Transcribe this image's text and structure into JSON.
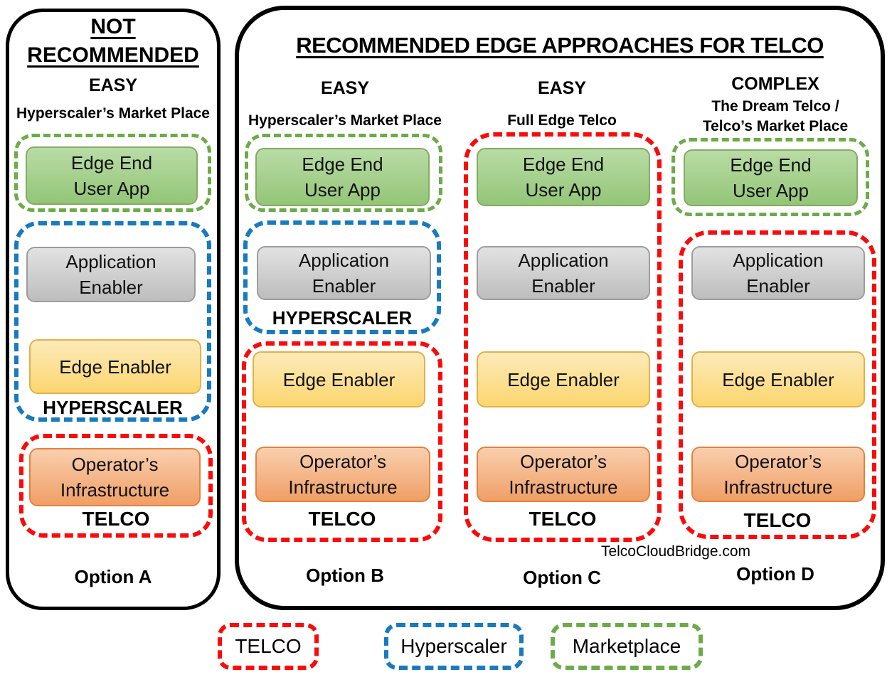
{
  "colors": {
    "telco_red": "#FB0A0A",
    "hyperscaler_blue": "#187ABF",
    "marketplace_green": "#6DAB49",
    "edge_end_user_app_fill": "#A9D18E",
    "application_enabler_fill": "#CFCFCF",
    "edge_enabler_fill": "#FBD66F",
    "operators_infrastructure_fill": "#F4B183",
    "outline_black": "#000000"
  },
  "boxes": {
    "edge_end_user_app": {
      "line1": "Edge End",
      "line2": "User App"
    },
    "application_enabler": {
      "line1": "Application",
      "line2": "Enabler"
    },
    "edge_enabler": {
      "line1": "Edge Enabler"
    },
    "operators_infrastructure": {
      "line1": "Operator’s",
      "line2": "Infrastructure"
    }
  },
  "group_labels": {
    "hyperscaler": "HYPERSCALER",
    "telco": "TELCO"
  },
  "left_panel": {
    "heading_line1": "NOT",
    "heading_line2": "RECOMMENDED",
    "difficulty": "EASY",
    "subtitle": "Hyperscaler’s Market Place",
    "option": "Option A"
  },
  "right_panel": {
    "title": "RECOMMENDED EDGE APPROACHES FOR TELCO",
    "watermark": "TelcoCloudBridge.com",
    "columns": [
      {
        "difficulty": "EASY",
        "subtitle_lines": [
          "Hyperscaler’s Market Place"
        ],
        "option": "Option B"
      },
      {
        "difficulty": "EASY",
        "subtitle_lines": [
          "Full Edge Telco"
        ],
        "option": "Option C"
      },
      {
        "difficulty": "COMPLEX",
        "subtitle_lines": [
          "The Dream Telco /",
          "Telco’s Market Place"
        ],
        "option": "Option D"
      }
    ]
  },
  "legend": {
    "items": [
      {
        "label": "TELCO",
        "color": "#FB0A0A"
      },
      {
        "label": "Hyperscaler",
        "color": "#187ABF"
      },
      {
        "label": "Marketplace",
        "color": "#6DAB49"
      }
    ]
  }
}
